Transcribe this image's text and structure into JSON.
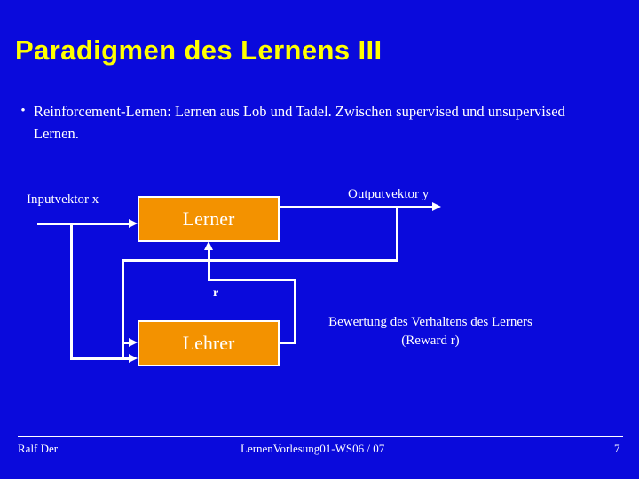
{
  "slide": {
    "title": "Paradigmen des Lernens III",
    "background_color": "#0a0adc",
    "title_color": "#ffff00",
    "text_color": "#ffffff",
    "box_color": "#f39200"
  },
  "body": {
    "bullet_marker": "•",
    "bullet_text": "Reinforcement-Lernen: Lernen aus Lob und Tadel. Zwischen supervised und unsupervised Lernen."
  },
  "diagram": {
    "boxes": [
      {
        "id": "lerner",
        "label": "Lerner"
      },
      {
        "id": "lehrer",
        "label": "Lehrer"
      }
    ],
    "labels": {
      "input": "Inputvektor x",
      "output": "Outputvektor y",
      "reward_symbol": "r",
      "reward_caption_line1": "Bewertung des Verhaltens des Lerners",
      "reward_caption_line2": "(Reward r)"
    }
  },
  "footer": {
    "author": "Ralf Der",
    "center": "LernenVorlesung01-WS06 / 07",
    "page": "7"
  }
}
